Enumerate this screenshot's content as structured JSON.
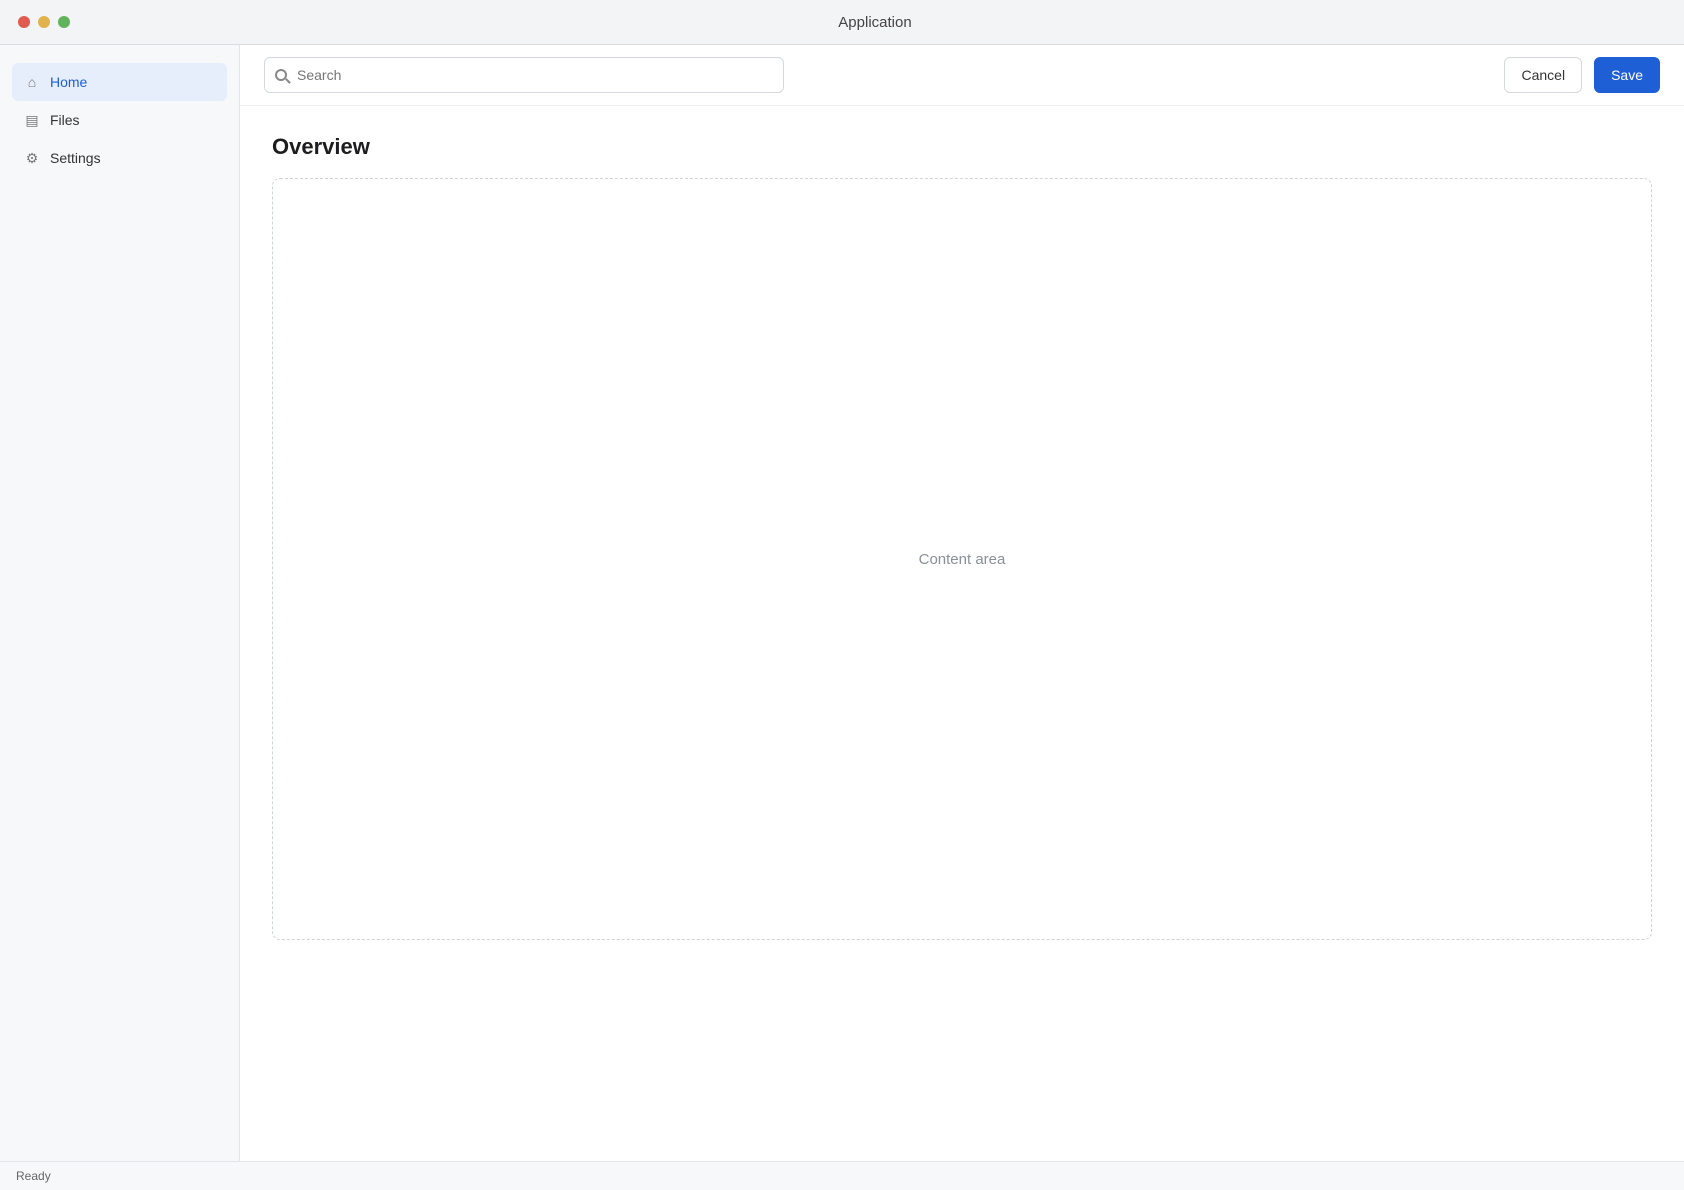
{
  "window": {
    "title": "Application"
  },
  "sidebar": {
    "items": [
      {
        "label": "Home",
        "icon": "home-icon",
        "glyph": "⌂"
      },
      {
        "label": "Files",
        "icon": "folder-icon",
        "glyph": "▤"
      },
      {
        "label": "Settings",
        "icon": "gear-icon",
        "glyph": "⚙"
      }
    ]
  },
  "toolbar": {
    "search_placeholder": "Search",
    "secondary_label": "Cancel",
    "primary_label": "Save"
  },
  "main": {
    "title": "Overview",
    "placeholder": "Content area"
  },
  "status": {
    "text": "Ready"
  }
}
